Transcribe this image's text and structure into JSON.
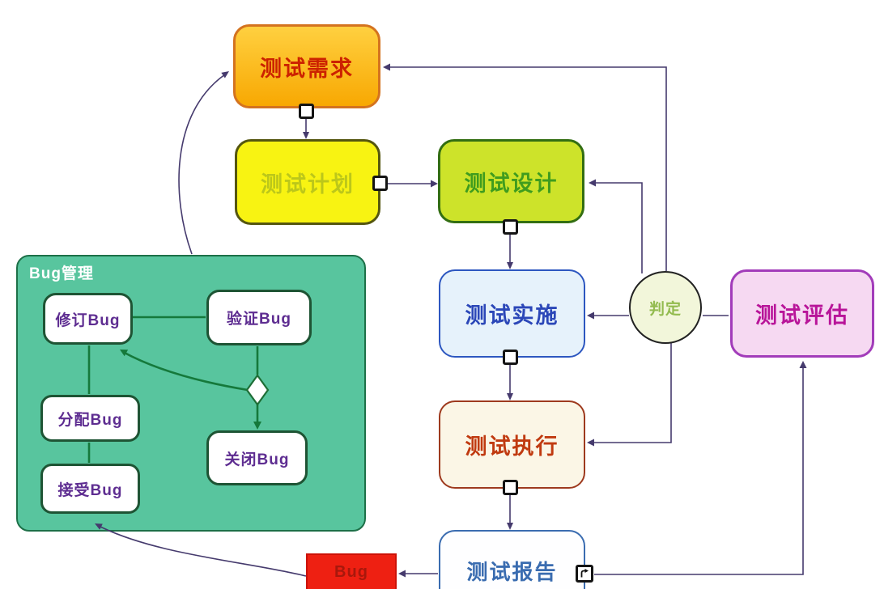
{
  "diagram": {
    "description": "软件测试流程图 (software testing process flowchart)",
    "colors": {
      "background": "#ffffff",
      "flow_line": "#453a6d",
      "bug_flow_line": "#15793b"
    },
    "nodes": {
      "test_requirements": {
        "label": "测试需求",
        "fill": "#f8a802",
        "border": "#d4731f",
        "text": "#cc2200",
        "shape": "rounded-rect"
      },
      "test_plan": {
        "label": "测试计划",
        "fill": "#f8f312",
        "border": "#55560f",
        "text": "#bcc71a",
        "shape": "rounded-rect"
      },
      "test_design": {
        "label": "测试设计",
        "fill": "#cde32a",
        "border": "#336e12",
        "text": "#3f9c1e",
        "shape": "rounded-rect"
      },
      "test_implementation": {
        "label": "测试实施",
        "fill": "#e6f2fb",
        "border": "#2d57c0",
        "text": "#2b47b8",
        "shape": "rounded-rect"
      },
      "test_execution": {
        "label": "测试执行",
        "fill": "#fbf6e6",
        "border": "#9e3a1e",
        "text": "#c03a10",
        "shape": "rounded-rect"
      },
      "test_report": {
        "label": "测试报告",
        "fill": "#fefeff",
        "border": "#3a6cb0",
        "text": "#3a6cb0",
        "shape": "rounded-rect"
      },
      "test_evaluation": {
        "label": "测试评估",
        "fill": "#f6d9f2",
        "border": "#a23cba",
        "text": "#b81499",
        "shape": "rounded-rect"
      },
      "decision": {
        "label": "判定",
        "fill": "#f2f6da",
        "border": "#222222",
        "text": "#93bb4f",
        "shape": "circle"
      },
      "bug_management": {
        "label": "Bug管理",
        "fill": "#58c59e",
        "border": "#1d7048",
        "text": "#ffffff",
        "shape": "group"
      },
      "revise_bug": {
        "label": "修订Bug",
        "fill": "#ffffff",
        "border": "#1e5434",
        "text": "#5e2d91",
        "shape": "rounded-rect"
      },
      "verify_bug": {
        "label": "验证Bug",
        "fill": "#ffffff",
        "border": "#1e5434",
        "text": "#5e2d91",
        "shape": "rounded-rect"
      },
      "assign_bug": {
        "label": "分配Bug",
        "fill": "#ffffff",
        "border": "#1e5434",
        "text": "#5e2d91",
        "shape": "rounded-rect"
      },
      "accept_bug": {
        "label": "接受Bug",
        "fill": "#ffffff",
        "border": "#1e5434",
        "text": "#5e2d91",
        "shape": "rounded-rect"
      },
      "close_bug": {
        "label": "关闭Bug",
        "fill": "#ffffff",
        "border": "#1e5434",
        "text": "#5e2d91",
        "shape": "rounded-rect"
      },
      "bug_decision": {
        "label": "",
        "fill": "#ffffff",
        "border": "#1e6e36",
        "shape": "diamond"
      },
      "bug": {
        "label": "Bug",
        "fill": "#ee2012",
        "border": "#cc1208",
        "text": "#a8180c",
        "shape": "rect"
      }
    },
    "edges": [
      {
        "from": "test_requirements",
        "to": "test_plan",
        "arrow": true
      },
      {
        "from": "test_plan",
        "to": "test_design",
        "arrow": true
      },
      {
        "from": "test_design",
        "to": "test_implementation",
        "arrow": true
      },
      {
        "from": "test_implementation",
        "to": "test_execution",
        "arrow": true
      },
      {
        "from": "test_execution",
        "to": "test_report",
        "arrow": true
      },
      {
        "from": "test_report",
        "to": "bug",
        "arrow": true
      },
      {
        "from": "test_report",
        "to": "test_evaluation",
        "arrow": true
      },
      {
        "from": "test_evaluation",
        "to": "decision",
        "arrow": false
      },
      {
        "from": "decision",
        "to": "test_implementation",
        "arrow": true
      },
      {
        "from": "decision",
        "to": "test_execution",
        "arrow": true
      },
      {
        "from": "decision",
        "to": "test_design",
        "arrow": true
      },
      {
        "from": "decision",
        "to": "test_requirements",
        "arrow": true
      },
      {
        "from": "bug_management",
        "to": "test_requirements",
        "arrow": true
      },
      {
        "from": "bug",
        "to": "accept_bug",
        "arrow": true
      },
      {
        "from": "accept_bug",
        "to": "assign_bug",
        "arrow": false
      },
      {
        "from": "assign_bug",
        "to": "revise_bug",
        "arrow": false
      },
      {
        "from": "revise_bug",
        "to": "verify_bug",
        "arrow": false
      },
      {
        "from": "verify_bug",
        "to": "bug_decision",
        "arrow": false
      },
      {
        "from": "bug_decision",
        "to": "close_bug",
        "arrow": true
      },
      {
        "from": "bug_decision",
        "to": "revise_bug",
        "arrow": true
      }
    ]
  }
}
